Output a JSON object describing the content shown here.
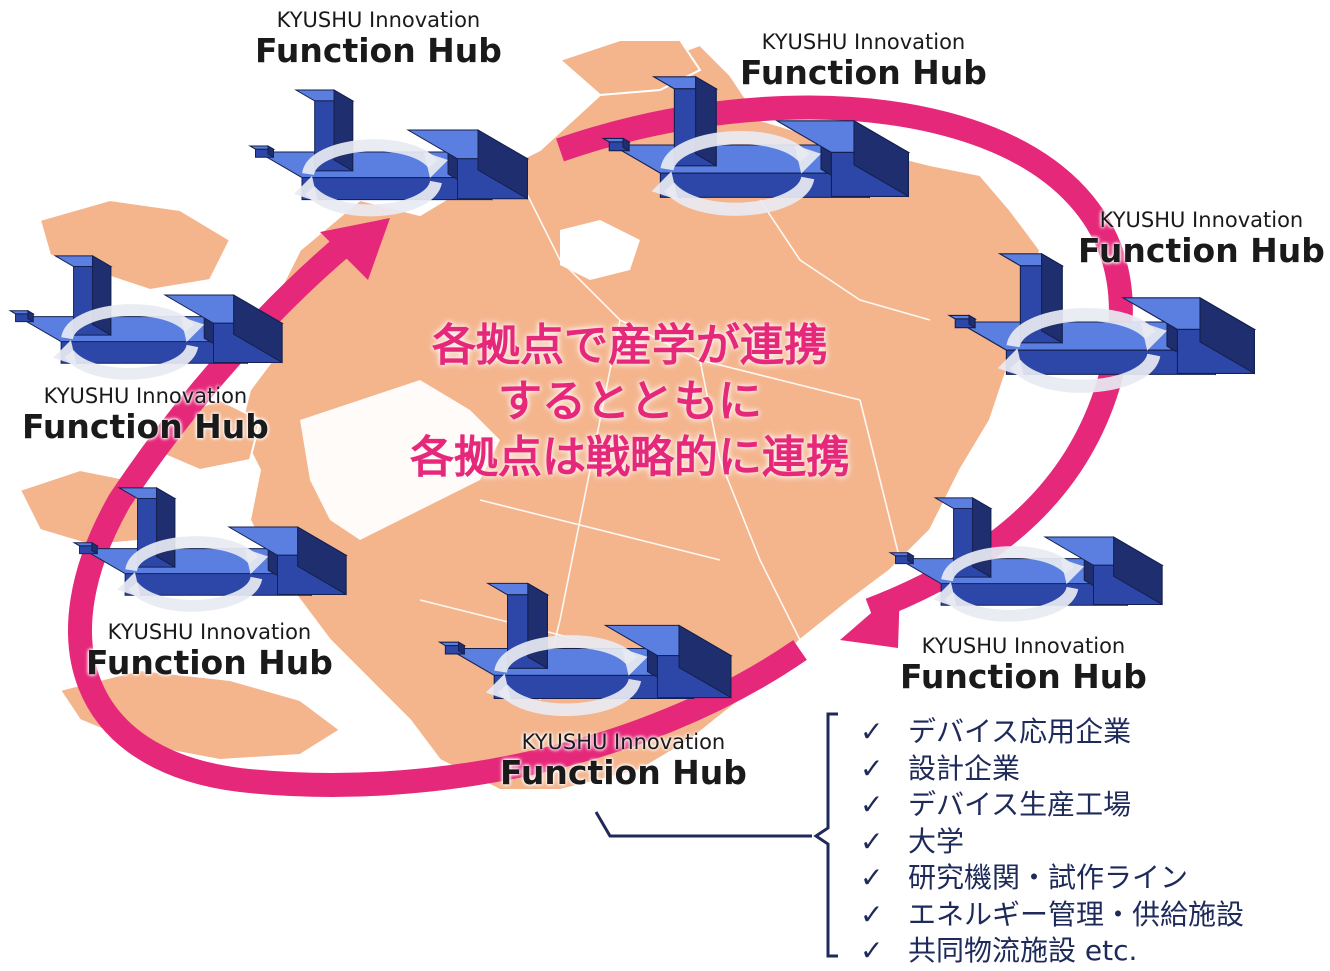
{
  "hub": {
    "line1": "KYUSHU Innovation",
    "line2": "Function Hub"
  },
  "center_message": {
    "line1": "各拠点で産学が連携",
    "line2": "するとともに",
    "line3": "各拠点は戦略的に連携"
  },
  "participants": [
    "デバイス応用企業",
    "設計企業",
    "デバイス生産工場",
    "大学",
    "研究機関・試作ライン",
    "エネルギー管理・供給施設",
    "共同物流施設 etc."
  ],
  "colors": {
    "map_land": "#f4b48c",
    "map_border": "#ffffff",
    "cycle_arrow": "#e6287a",
    "hub_top": "#5a7fe0",
    "hub_side": "#1e2e6e",
    "hub_front": "#2d47a8",
    "rotate_arrow": "#e8eaf2",
    "bracket": "#1e2a5a"
  },
  "icons": {
    "check": "checkmark-icon",
    "rotate": "rotation-arrows-icon"
  }
}
